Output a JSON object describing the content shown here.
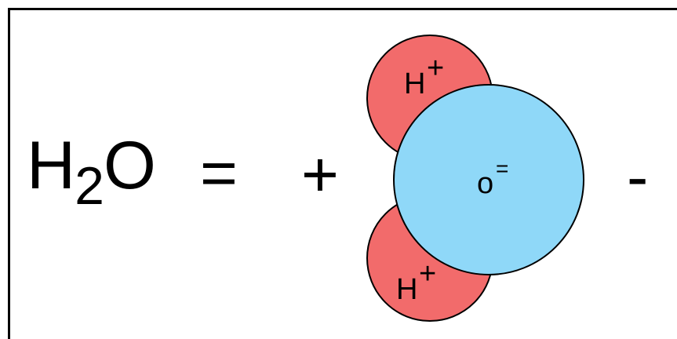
{
  "formula": {
    "element_h": "H",
    "subscript": "2",
    "element_o": "O",
    "equals": "="
  },
  "charges": {
    "positive_pole": "+",
    "negative_pole": "-"
  },
  "atoms": {
    "hydrogen_top": {
      "symbol": "H",
      "charge": "+"
    },
    "hydrogen_bottom": {
      "symbol": "H",
      "charge": "+"
    },
    "oxygen": {
      "symbol": "o",
      "charge": "="
    }
  },
  "colors": {
    "hydrogen_fill": "#f26b6b",
    "oxygen_fill": "#8fd8f8",
    "outline": "#000000",
    "background": "#ffffff"
  }
}
